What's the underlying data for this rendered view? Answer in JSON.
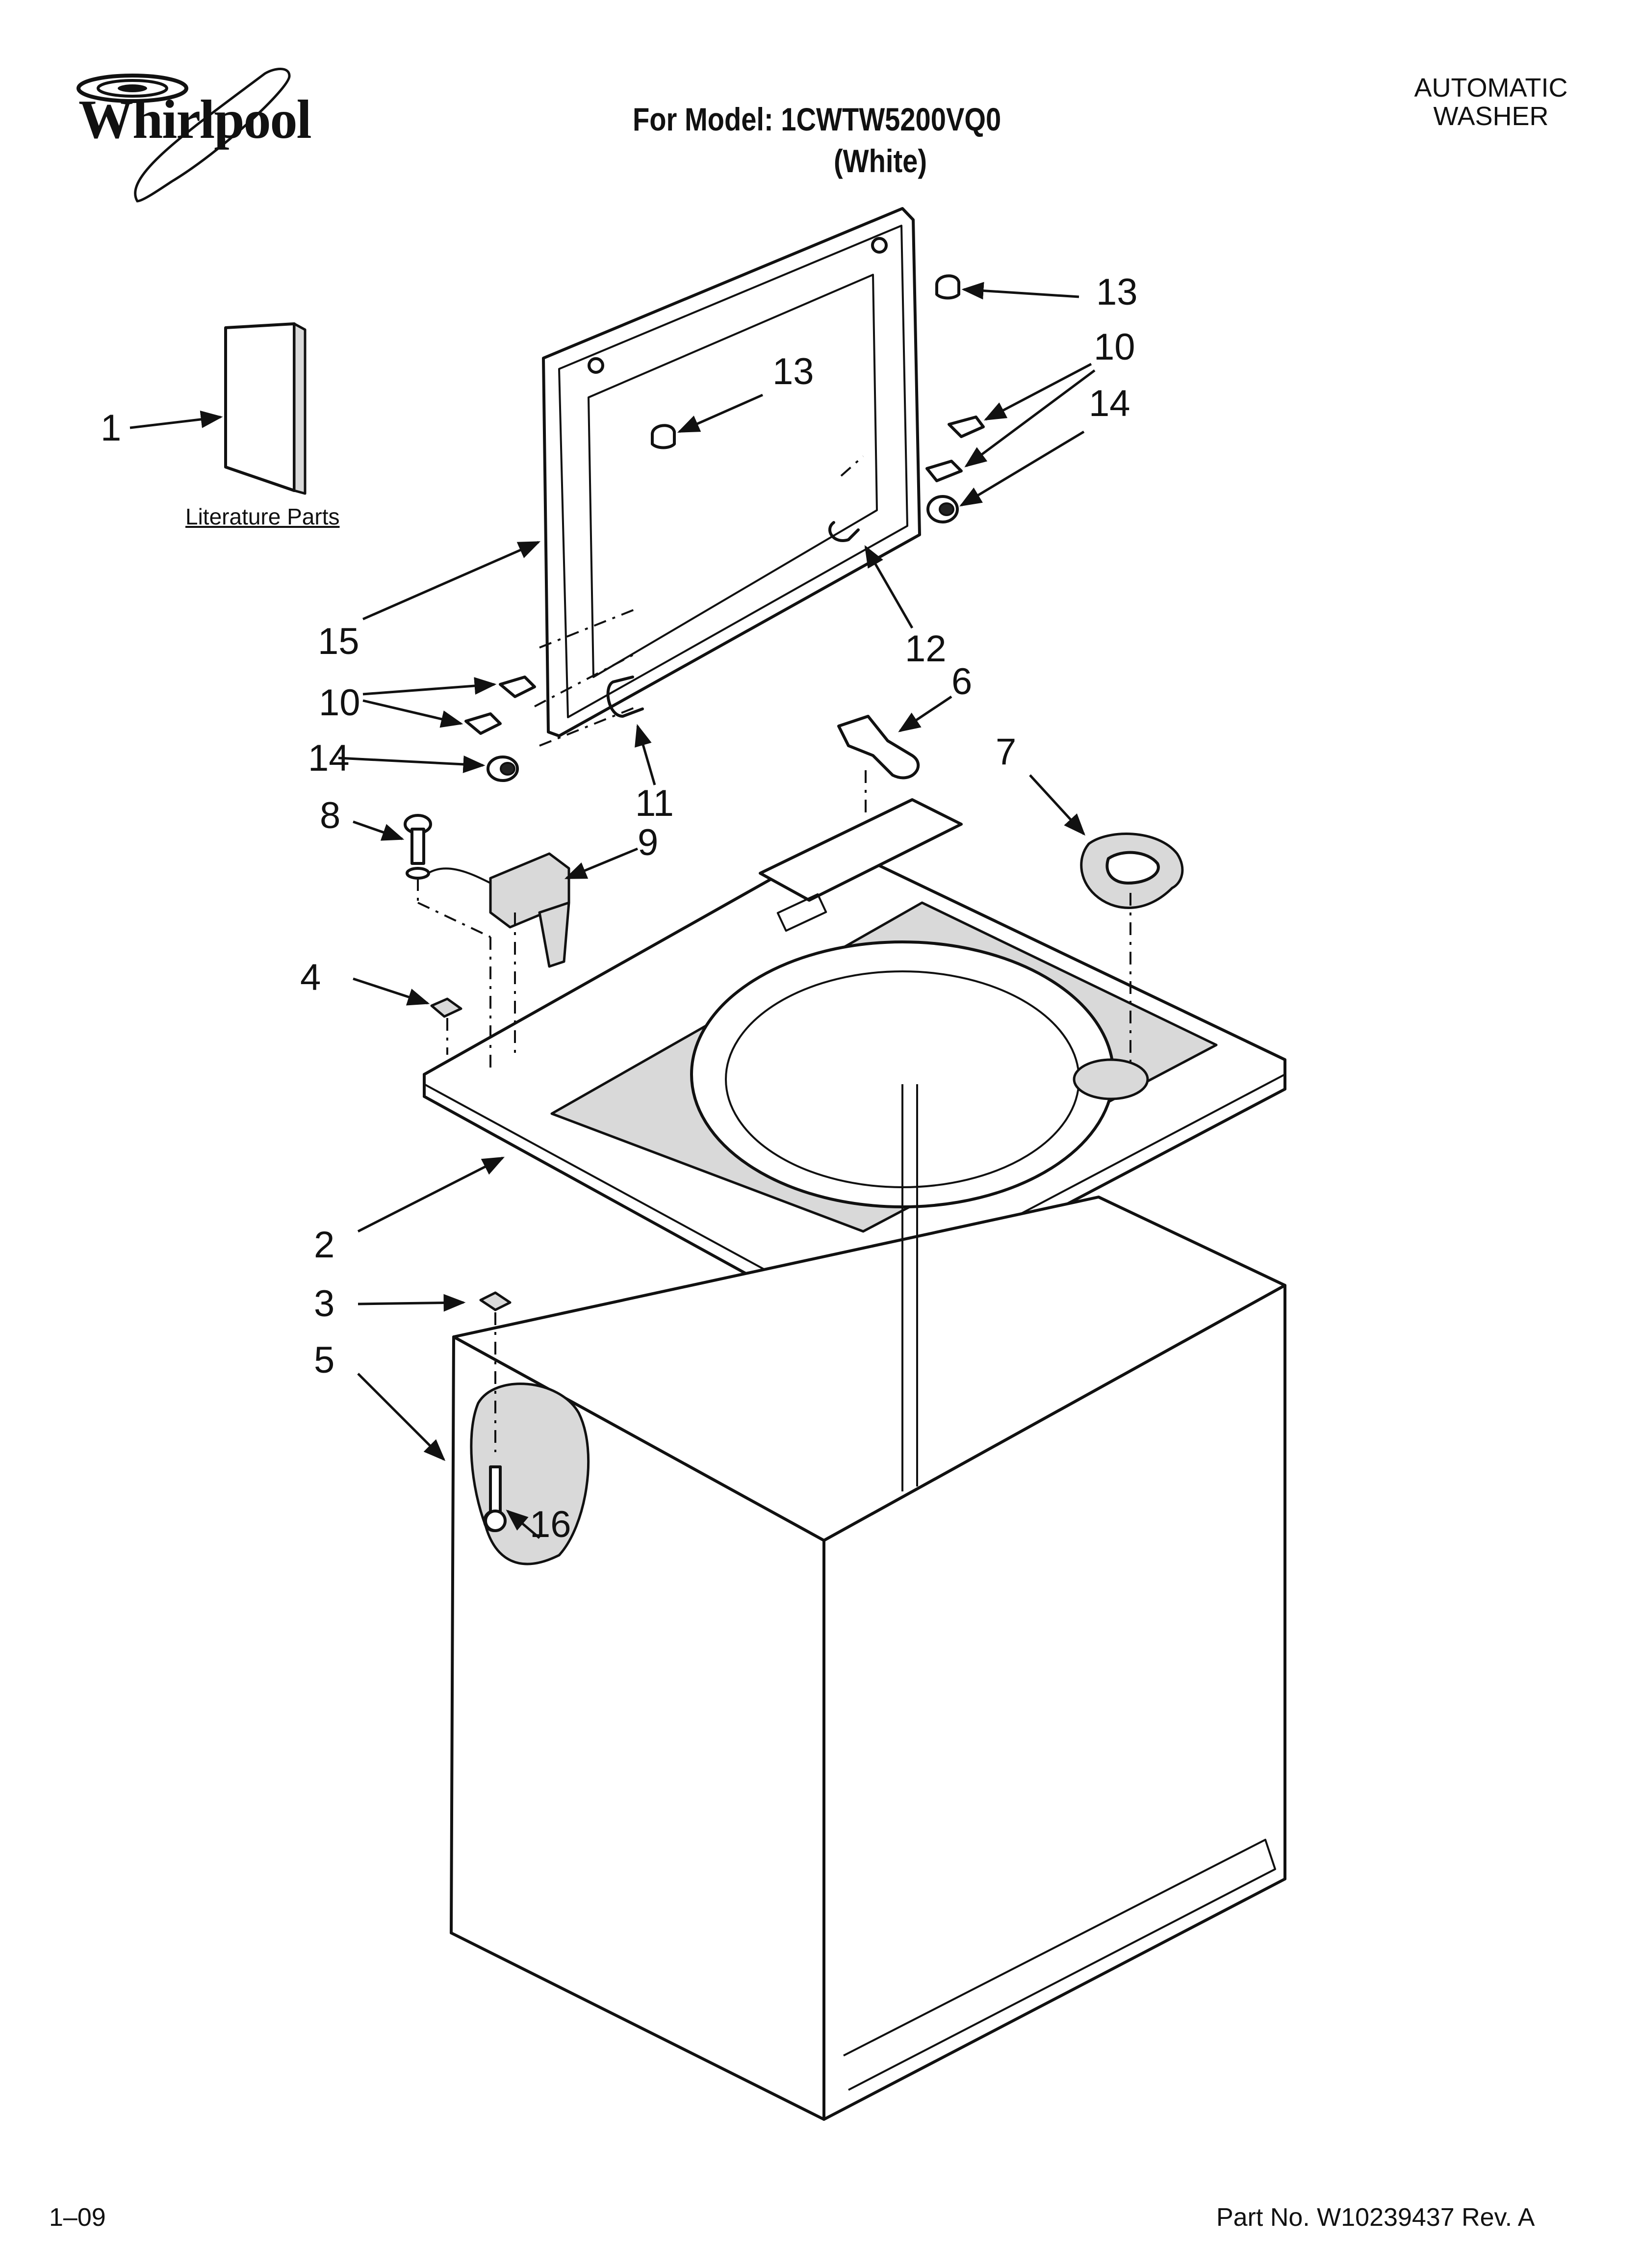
{
  "header": {
    "brand": "Whirlpool",
    "model_line": "For Model: 1CWTW5200VQ0",
    "color_line": "(White)",
    "product_line1": "AUTOMATIC",
    "product_line2": "WASHER"
  },
  "literature": {
    "label": "Literature Parts"
  },
  "callouts": {
    "c1": "1",
    "c2": "2",
    "c3": "3",
    "c4": "4",
    "c5": "5",
    "c6": "6",
    "c7": "7",
    "c8": "8",
    "c9": "9",
    "c10a": "10",
    "c10b": "10",
    "c11": "11",
    "c12": "12",
    "c13a": "13",
    "c13b": "13",
    "c14a": "14",
    "c14b": "14",
    "c15": "15",
    "c16": "16"
  },
  "footer": {
    "date_code": "1–09",
    "part_number": "Part No. W10239437 Rev. A"
  }
}
